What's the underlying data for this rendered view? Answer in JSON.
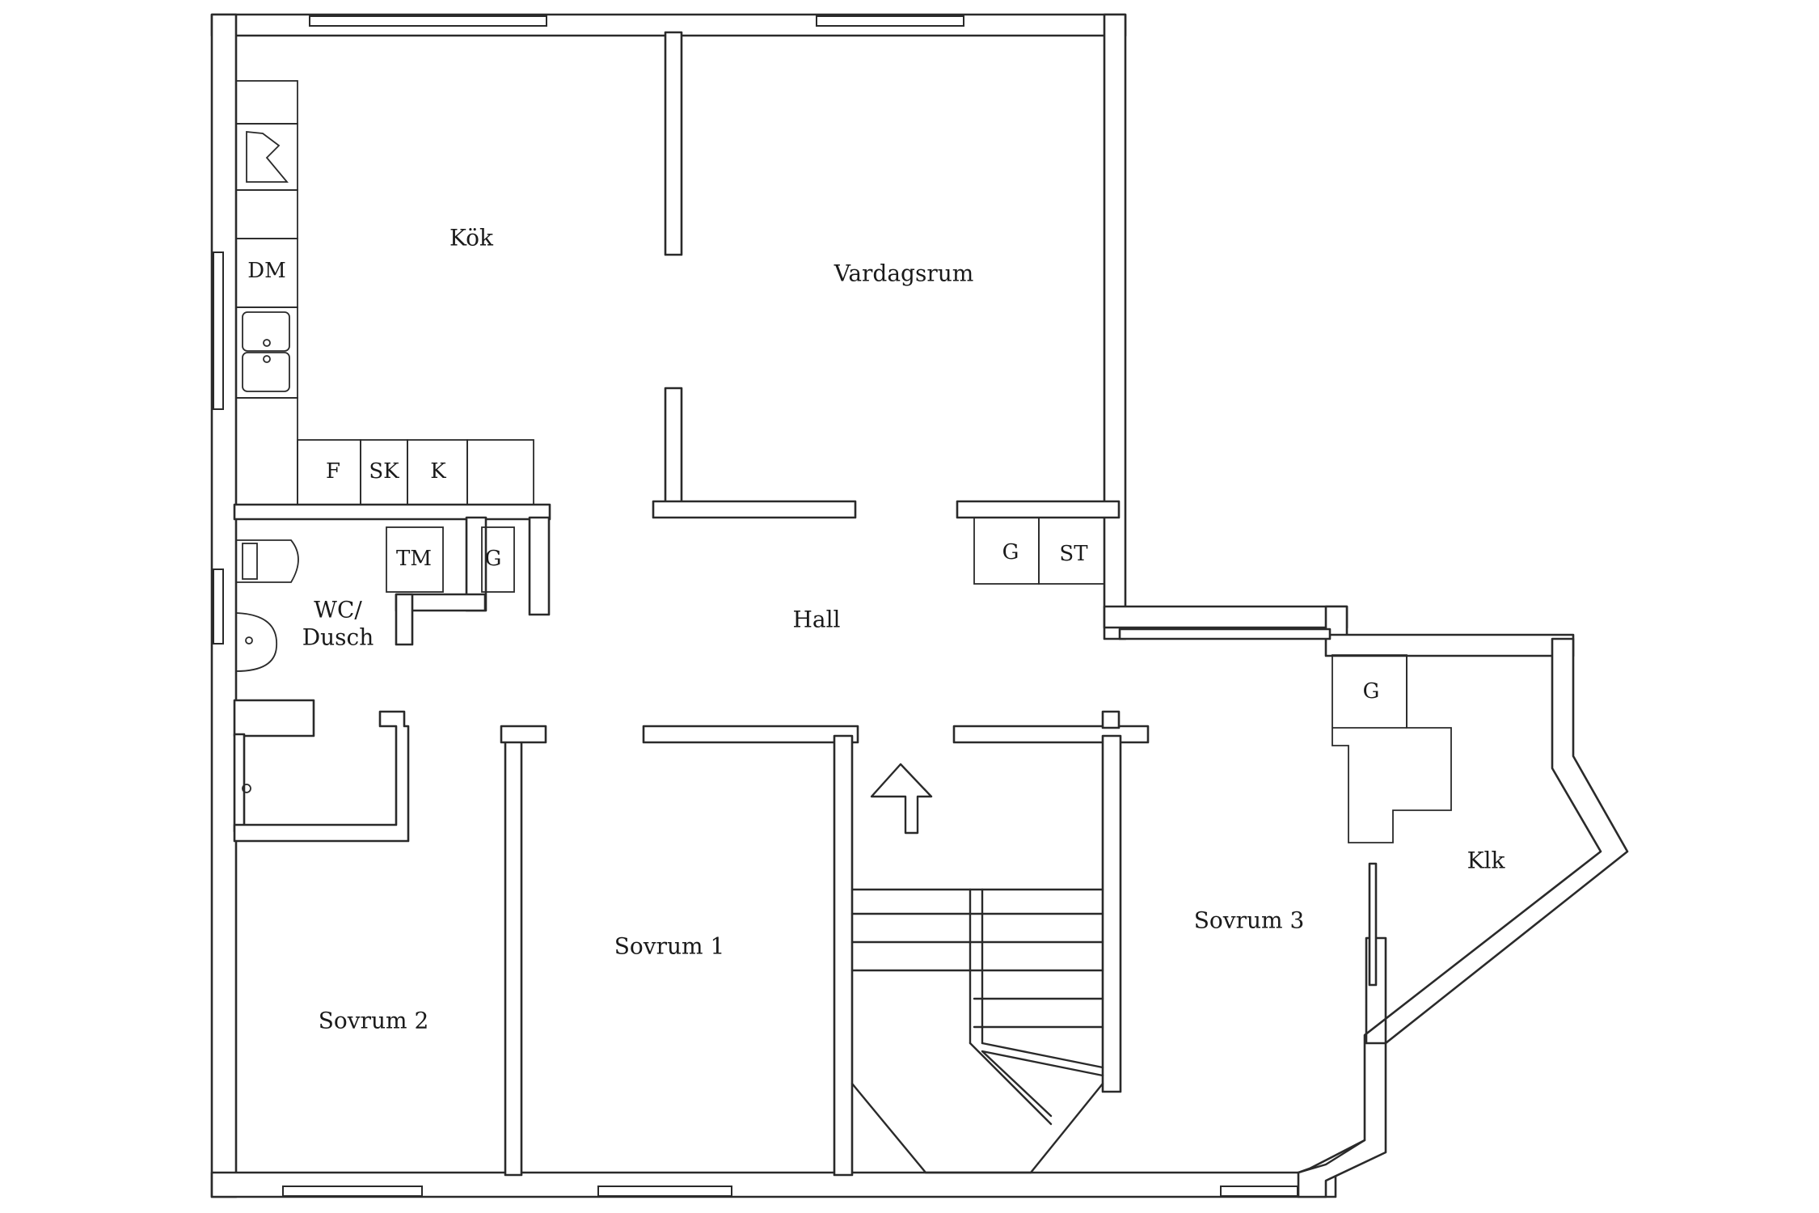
{
  "rooms": {
    "kok": "Kök",
    "vardagsrum": "Vardagsrum",
    "hall": "Hall",
    "wc_line1": "WC/",
    "wc_line2": "Dusch",
    "sovrum1": "Sovrum 1",
    "sovrum2": "Sovrum 2",
    "sovrum3": "Sovrum 3",
    "klk": "Klk"
  },
  "fixtures": {
    "dm": "DM",
    "f": "F",
    "sk": "SK",
    "k": "K",
    "tm": "TM",
    "g_wc": "G",
    "g_hall": "G",
    "st": "ST",
    "g_sovrum3": "G"
  },
  "icons": {
    "stair_arrow": "up-arrow-icon",
    "stove": "stove-icon",
    "sink": "sink-icon",
    "toilet": "toilet-icon",
    "basin": "washbasin-icon"
  }
}
